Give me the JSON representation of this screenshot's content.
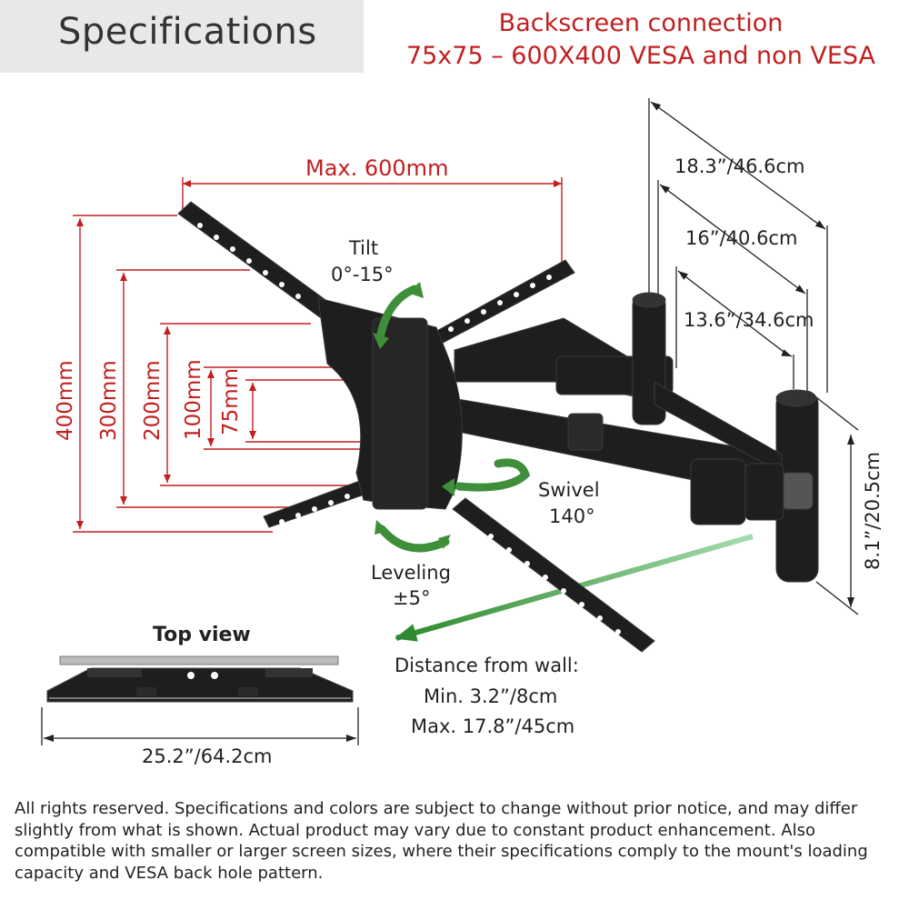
{
  "header": {
    "title": "Specifications",
    "subtitle_line1": "Backscreen connection",
    "subtitle_line2": "75x75 – 600X400 VESA and non VESA"
  },
  "vesa": {
    "max_width": "Max. 600mm",
    "heights": [
      "400mm",
      "300mm",
      "200mm",
      "100mm",
      "75mm"
    ]
  },
  "motion": {
    "tilt_label": "Tilt",
    "tilt_value": "0°-15°",
    "swivel_label": "Swivel",
    "swivel_value": "140°",
    "leveling_label": "Leveling",
    "leveling_value": "±5°"
  },
  "arm_extensions": [
    "18.3”/46.6cm",
    "16”/40.6cm",
    "13.6”/34.6cm"
  ],
  "plate_height": "8.1”/20.5cm",
  "distance": {
    "title": "Distance from wall:",
    "min": "Min. 3.2”/8cm",
    "max": "Max. 17.8”/45cm"
  },
  "top_view": {
    "title": "Top view",
    "width": "25.2”/64.2cm"
  },
  "footer": {
    "text": "All rights reserved. Specifications and colors are subject to change without prior notice, and may differ slightly from what is shown. Actual product may vary due to constant product enhancement. Also compatible with smaller or larger screen sizes, where their specifications comply to the mount's loading capacity and VESA back hole pattern."
  },
  "colors": {
    "accent_red": "#c21f1f",
    "arrow_green": "#3f8f3a",
    "mount_black": "#1e1e1e",
    "header_bg": "#e8e8e8"
  }
}
